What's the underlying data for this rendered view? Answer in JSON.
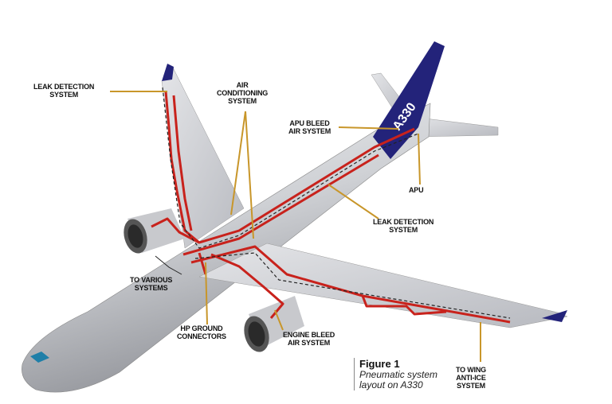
{
  "labels": {
    "leak_detection_top": "LEAK DETECTION\nSYSTEM",
    "air_conditioning": "AIR\nCONDITIONING\nSYSTEM",
    "apu_bleed": "APU BLEED\nAIR SYSTEM",
    "apu": "APU",
    "leak_detection_mid": "LEAK DETECTION\nSYSTEM",
    "to_various": "TO VARIOUS\nSYSTEMS",
    "hp_ground": "HP GROUND\nCONNECTORS",
    "engine_bleed": "ENGINE BLEED\nAIR SYSTEM",
    "to_wing_anti_ice": "TO WING\nANTI-ICE\nSYSTEM"
  },
  "tail_marking": "A330",
  "caption": {
    "title": "Figure 1",
    "subtitle": "Pneumatic system\nlayout on A330"
  },
  "colors": {
    "pipe": "#c8221c",
    "leader": "#c8962a",
    "tail": "#23237a",
    "body": "#d8d9dc"
  }
}
